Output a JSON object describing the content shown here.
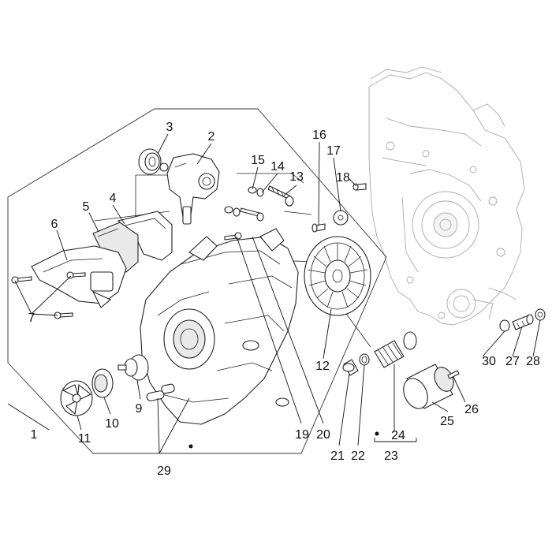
{
  "diagram": {
    "callouts": [
      {
        "id": "c1",
        "text": "1"
      },
      {
        "id": "c2",
        "text": "2"
      },
      {
        "id": "c3",
        "text": "3"
      },
      {
        "id": "c4",
        "text": "4"
      },
      {
        "id": "c5",
        "text": "5"
      },
      {
        "id": "c6",
        "text": "6"
      },
      {
        "id": "c7",
        "text": "7"
      },
      {
        "id": "c9",
        "text": "9"
      },
      {
        "id": "c10",
        "text": "10"
      },
      {
        "id": "c11",
        "text": "11"
      },
      {
        "id": "c12",
        "text": "12"
      },
      {
        "id": "c13",
        "text": "13"
      },
      {
        "id": "c14",
        "text": "14"
      },
      {
        "id": "c15",
        "text": "15"
      },
      {
        "id": "c16",
        "text": "16"
      },
      {
        "id": "c17",
        "text": "17"
      },
      {
        "id": "c18",
        "text": "18"
      },
      {
        "id": "c19",
        "text": "19"
      },
      {
        "id": "c20",
        "text": "20"
      },
      {
        "id": "c21",
        "text": "21"
      },
      {
        "id": "c22",
        "text": "22"
      },
      {
        "id": "c23",
        "text": "23"
      },
      {
        "id": "c24",
        "text": "24"
      },
      {
        "id": "c25",
        "text": "25"
      },
      {
        "id": "c26",
        "text": "26"
      },
      {
        "id": "c27",
        "text": "27"
      },
      {
        "id": "c28",
        "text": "28"
      },
      {
        "id": "c29",
        "text": "29"
      },
      {
        "id": "c30",
        "text": "30"
      }
    ]
  }
}
